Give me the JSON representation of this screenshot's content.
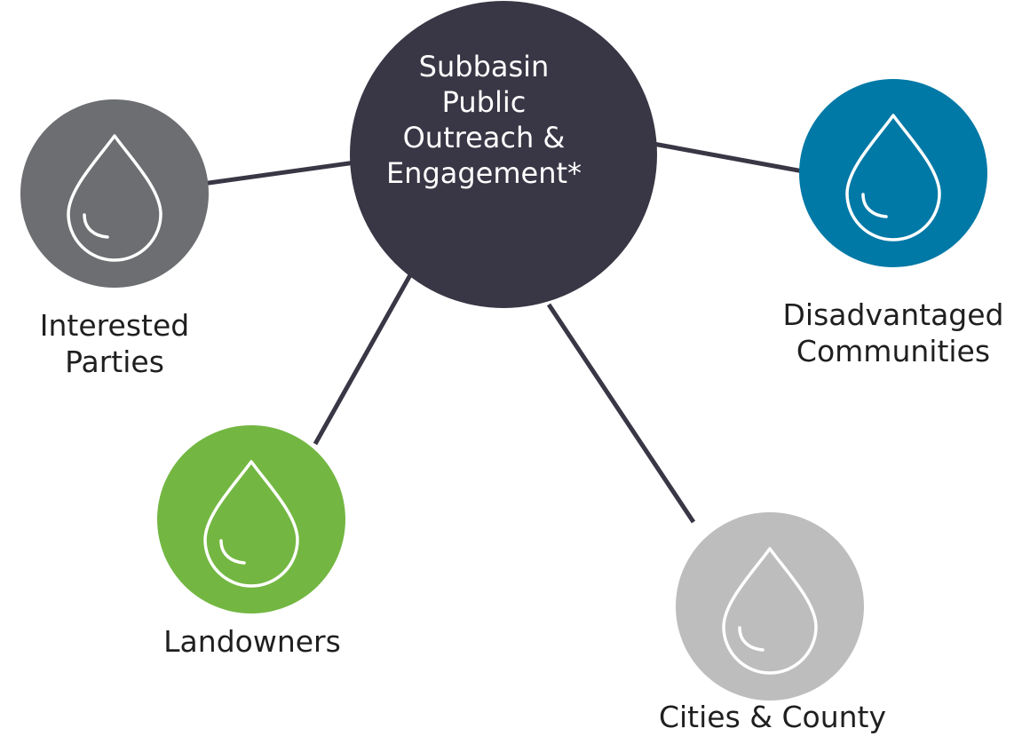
{
  "hub": {
    "label_lines": [
      "Subbasin",
      "Public",
      "Outreach &",
      "Engagement*"
    ],
    "color": "#393645"
  },
  "nodes": [
    {
      "id": "interested-parties",
      "label_lines": [
        "Interested",
        "Parties"
      ],
      "color": "#6d6e71",
      "icon": "water-drop-icon"
    },
    {
      "id": "disadvantaged-communities",
      "label_lines": [
        "Disadvantaged",
        "Communities"
      ],
      "color": "#0079a6",
      "icon": "water-drop-icon"
    },
    {
      "id": "landowners",
      "label_lines": [
        "Landowners"
      ],
      "color": "#73b742",
      "icon": "water-drop-icon"
    },
    {
      "id": "cities-county",
      "label_lines": [
        "Cities & County"
      ],
      "color": "#bdbdbd",
      "icon": "water-drop-icon"
    }
  ],
  "connector_color": "#393645"
}
